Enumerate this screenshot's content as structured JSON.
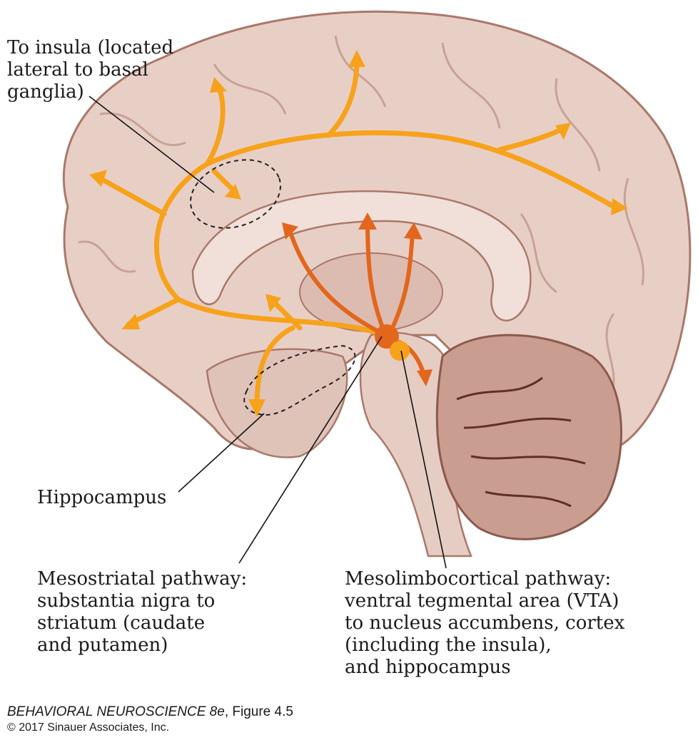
{
  "labels": {
    "insula": [
      "To insula (located",
      "lateral to basal",
      "ganglia)"
    ],
    "hippocampus": "Hippocampus",
    "mesostriatal": [
      "Mesostriatal pathway:",
      "substantia nigra to",
      "striatum (caudate",
      "and putamen)"
    ],
    "mesolimbocortical": [
      "Mesolimbocortical pathway:",
      "ventral tegmental area (VTA)",
      "to nucleus accumbens, cortex",
      "(including the insula),",
      "and hippocampus"
    ]
  },
  "credit": {
    "book": "BEHAVIORAL NEUROSCIENCE 8e",
    "figure": ", Figure 4.5",
    "copyright": "© 2017 Sinauer Associates, Inc."
  },
  "colors": {
    "brain": "#e8cfc6",
    "brain_shadow": "#b98f83",
    "mesolimbocortical": "#f7a21b",
    "mesostriatal": "#e2661c"
  }
}
